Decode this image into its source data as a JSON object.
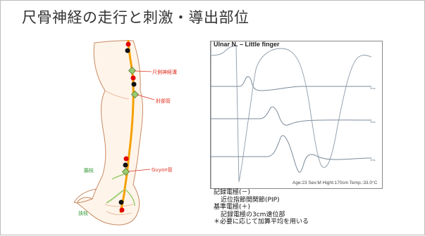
{
  "slide": {
    "title": "尺骨神経の走行と刺激・導出部位"
  },
  "figure": {
    "labels": {
      "ulnar_groove": "尺側神経溝",
      "cubital_tunnel": "肘部管",
      "guyon": "Guyon管",
      "wrist_crease": "腸枝",
      "palmar_branch": "挟枝"
    }
  },
  "waveform": {
    "title": "Ulnar N. – Little finger",
    "caption": "Age:23 Sex:M Hight:170cm Temp.:33.0°C"
  },
  "notes": {
    "recording_label": "記録電極(－)",
    "recording_detail": "近位指節間関節(PIP)",
    "reference_label": "基準電極(＋)",
    "reference_detail": "記録電極の3cm遠位部",
    "averaging_note": "＊必要に応じて加算平均を用いる"
  },
  "colors": {
    "nerve": "#f5a000",
    "stimulation_label": "#e03020",
    "wrist_label": "#3a9a3a",
    "electrode_red": "#e00000",
    "electrode_black": "#111111",
    "marker_fill": "#9acd70",
    "trace": "#7a8a99"
  }
}
